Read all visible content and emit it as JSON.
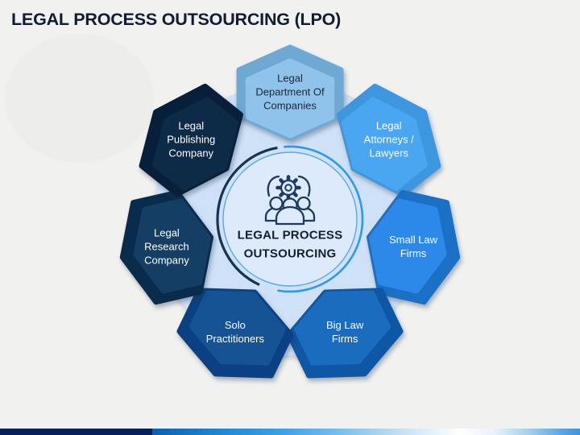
{
  "slide_title": "LEGAL PROCESS OUTSOURCING (LPO)",
  "diagram": {
    "background_fill": "#cfe1f6",
    "center": {
      "label": "LEGAL PROCESS\nOUTSOURCING",
      "icon": "team-gear-icon",
      "fill": "#dceafb",
      "ring_thin": "#58a8e2",
      "ring_dark_arc": "#16334f",
      "ring_blue_arc": "#2e9ae6",
      "icon_stroke": "#1e3a5f",
      "label_color": "#141f2b"
    },
    "nodes": [
      {
        "label": "Legal\nDepartment Of\nCompanies",
        "rim": "#6ea9d4",
        "fill": "#8fc3eb",
        "text": "#1c2733"
      },
      {
        "label": "Legal\nAttorneys /\nLawyers",
        "rim": "#3e96de",
        "fill": "#4aa6f0",
        "text": "#ffffff"
      },
      {
        "label": "Small Law\nFirms",
        "rim": "#1b70c5",
        "fill": "#2d89e9",
        "text": "#ffffff"
      },
      {
        "label": "Big Law\nFirms",
        "rim": "#0e57a4",
        "fill": "#1a6cbf",
        "text": "#ffffff"
      },
      {
        "label": "Solo\nPractitioners",
        "rim": "#0b4182",
        "fill": "#155394",
        "text": "#ffffff"
      },
      {
        "label": "Legal\nResearch\nCompany",
        "rim": "#0a2c4c",
        "fill": "#143e64",
        "text": "#ffffff"
      },
      {
        "label": "Legal\nPublishing\nCompany",
        "rim": "#071f3a",
        "fill": "#0d2a47",
        "text": "#ffffff"
      }
    ]
  },
  "footer": {
    "left_color": "#062058",
    "gradient_colors": [
      "#0a5fb2",
      "#1b86d4",
      "#37a2e6",
      "#7fc2ec",
      "#cde5f6",
      "#ffffff",
      "#e8f2fa",
      "#a6cfec",
      "#5ca4de",
      "#3f93d6"
    ],
    "gradient_positions": [
      0,
      15,
      30,
      45,
      60,
      72,
      80,
      88,
      96,
      100
    ]
  }
}
